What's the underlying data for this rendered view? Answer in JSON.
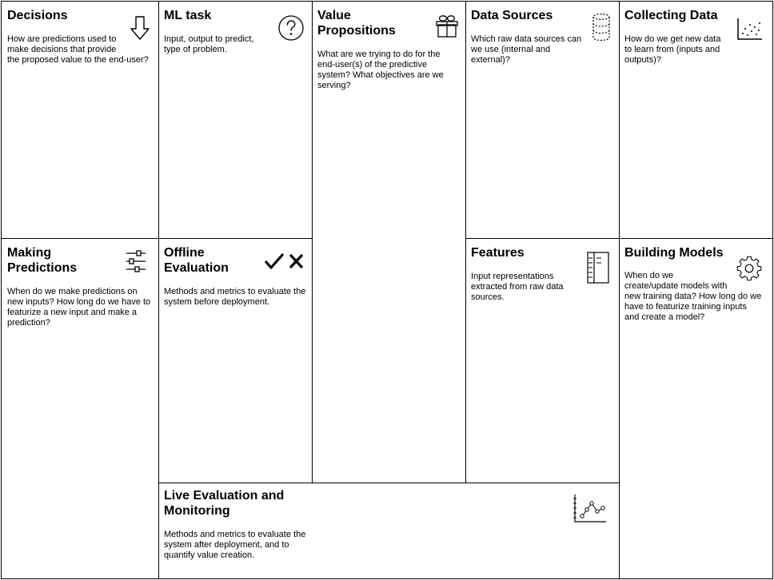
{
  "canvas": {
    "decisions": {
      "title": "Decisions",
      "description": "How are predictions used to\nmake decisions that provide\nthe proposed value to the end-user?",
      "icon": "arrow-down-icon"
    },
    "ml_task": {
      "title": "ML task",
      "description": "Input, output to predict,\ntype of problem.",
      "icon": "question-circle-icon"
    },
    "value_propositions": {
      "title": "Value\nPropositions",
      "description": "What are we trying to do for the\nend-user(s) of the predictive\nsystem? What objectives are we\nserving?",
      "icon": "gift-icon"
    },
    "data_sources": {
      "title": "Data Sources",
      "description": "Which raw data sources can\nwe use (internal and\nexternal)?",
      "icon": "database-icon"
    },
    "collecting_data": {
      "title": "Collecting Data",
      "description": "How do we get new data\nto learn from (inputs and\noutputs)?",
      "icon": "scatter-plot-icon"
    },
    "making_predictions": {
      "title": "Making\nPredictions",
      "description": "When do we make predictions on\nnew inputs? How long do we have to\nfeaturize a new input and make a\nprediction?",
      "icon": "sliders-icon"
    },
    "offline_evaluation": {
      "title": "Offline\nEvaluation",
      "description": "Methods and metrics to evaluate the\nsystem before deployment.",
      "icon": "check-cross-icon"
    },
    "features": {
      "title": "Features",
      "description": "Input representations\nextracted from raw data\nsources.",
      "icon": "feature-list-icon"
    },
    "building_models": {
      "title": "Building Models",
      "description": "When do we\ncreate/update models with\nnew training data? How long do we\nhave to featurize training inputs\nand create a model?",
      "icon": "gear-icon"
    },
    "live_evaluation": {
      "title": "Live Evaluation and\nMonitoring",
      "description": "Methods and metrics to evaluate the\nsystem after deployment, and to\nquantify value creation.",
      "icon": "line-chart-icon"
    }
  }
}
